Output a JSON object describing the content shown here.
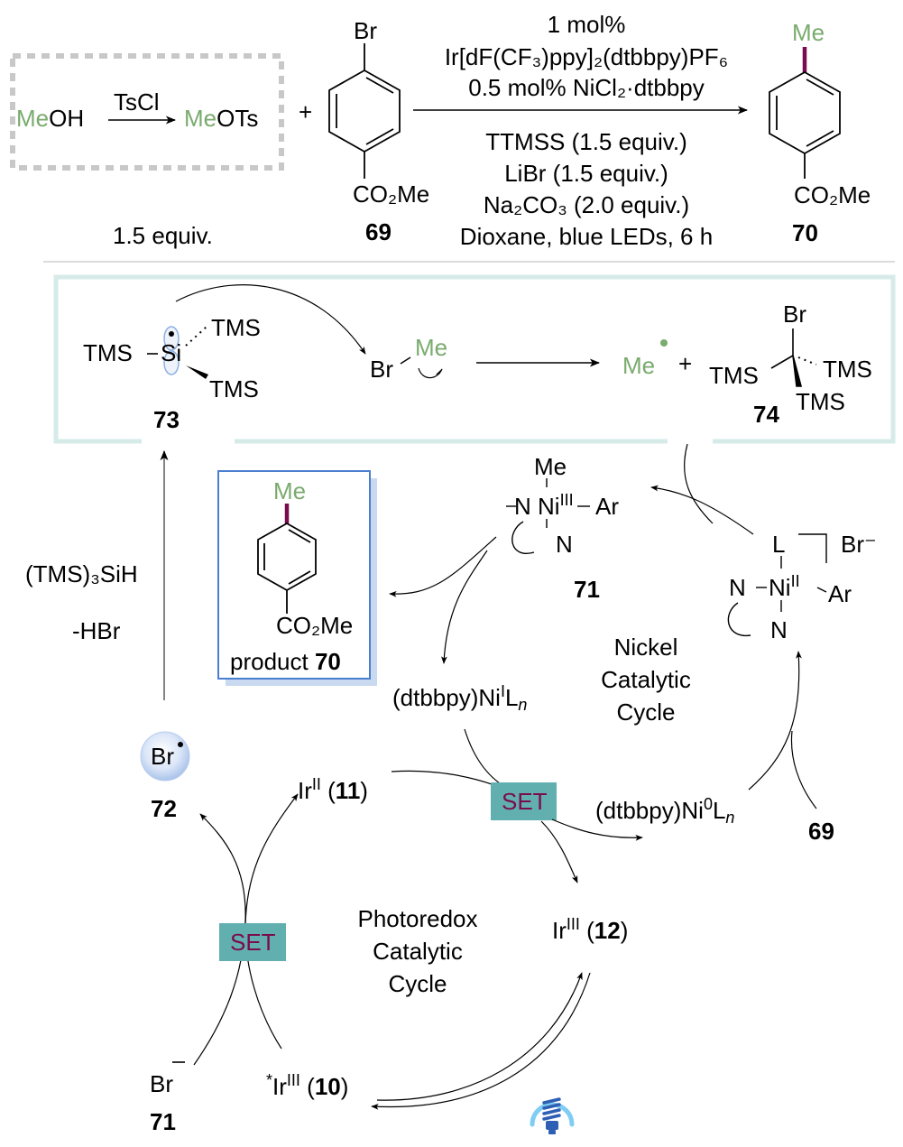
{
  "colors": {
    "methyl_green": "#7aab6e",
    "bond_maroon": "#7a0c4e",
    "mechanism_box_border": "#d6ebe8",
    "product_box_border": "#4a7fd0",
    "product_box_shadow": "#c9d9f0",
    "set_box_fill": "#62afaf",
    "set_text": "#7a0c4e",
    "radical_bubble": "#c9daf5",
    "lightbulb_blue": "#2f5fb4",
    "lightbulb_glow": "#7fcdf2",
    "dashed_box": "#c8c8c8"
  },
  "reaction": {
    "pre": {
      "reactant_me": "Me",
      "reactant_rest": "OH",
      "reagent": "TsCl",
      "product_me": "Me",
      "product_rest": "OTs",
      "equiv": "1.5 equiv."
    },
    "plus": "+",
    "substrate": {
      "top": "Br",
      "bottom": "CO₂Me",
      "label": "69"
    },
    "conditions_above": [
      "1 mol%",
      "Ir[dF(CF₃)ppy]₂(dtbbpy)PF₆",
      "0.5 mol% NiCl₂·dtbbpy"
    ],
    "conditions_below": [
      "TTMSS (1.5 equiv.)",
      "LiBr (1.5 equiv.)",
      "Na₂CO₃ (2.0 equiv.)",
      "Dioxane, blue LEDs, 6 h"
    ],
    "product": {
      "top": "Me",
      "bottom": "CO₂Me",
      "label": "70"
    }
  },
  "mechanism": {
    "silyl_radical": {
      "left": "TMS",
      "center": "Si",
      "upper": "TMS",
      "lower": "TMS",
      "label": "73"
    },
    "methyl_bromide": {
      "br": "Br",
      "me": "Me"
    },
    "methyl_radical": "Me",
    "plus": "+",
    "bromosilane": {
      "top": "Br",
      "left": "TMS",
      "right": "TMS",
      "bottom": "TMS",
      "label": "74"
    },
    "arrow_left_labels": [
      "(TMS)₃SiH",
      "-HBr"
    ],
    "product_box": {
      "top": "Me",
      "bottom": "CO₂Me",
      "caption_prefix": "product ",
      "caption_num": "70"
    },
    "ni3": {
      "top": "Me",
      "left": "N",
      "center": "Ni",
      "ox": "III",
      "right": "Ar",
      "bottom": "N",
      "label": "71"
    },
    "ni2": {
      "top": "L",
      "left": "N",
      "center": "Ni",
      "ox": "II",
      "right": "Ar",
      "bottom": "N",
      "counter": "Br⁻"
    },
    "ni1": {
      "prefix": "(dtbbpy)Ni",
      "ox": "I",
      "suffix": "L",
      "n": "n"
    },
    "ni0": {
      "prefix": "(dtbbpy)Ni",
      "ox": "0",
      "suffix": "L",
      "n": "n"
    },
    "nickel_cycle": [
      "Nickel",
      "Catalytic",
      "Cycle"
    ],
    "photoredox_cycle": [
      "Photoredox",
      "Catalytic",
      "Cycle"
    ],
    "br_radical": {
      "text": "Br",
      "label": "72"
    },
    "ir2": {
      "text": "Ir",
      "ox": "II",
      "num": "11"
    },
    "ir3": {
      "text": "Ir",
      "ox": "III",
      "num": "12"
    },
    "ir3_star": {
      "star": "*",
      "text": "Ir",
      "ox": "III",
      "num": "10"
    },
    "bromide": {
      "text": "Br",
      "charge": "−",
      "label": "71"
    },
    "label_69": "69",
    "set_labels": [
      "SET",
      "SET"
    ],
    "icons": [
      "lightbulb-icon",
      "radical-dot-icon"
    ]
  }
}
